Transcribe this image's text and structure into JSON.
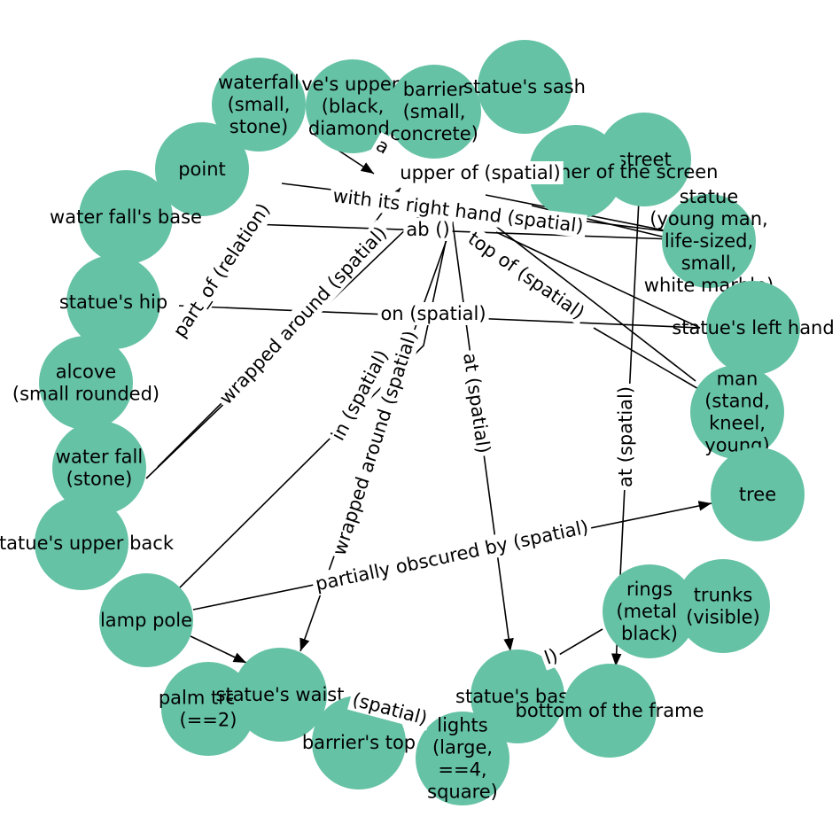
{
  "graph": {
    "node_color": "#66c2a5",
    "edge_color": "#000000",
    "nodes": [
      {
        "id": "alcove_upper_wall",
        "lines": [
          "alcove's upper wall",
          "(black,",
          "diamond)"
        ]
      },
      {
        "id": "waterfall",
        "lines": [
          "waterfall",
          "(small,",
          "stone)"
        ]
      },
      {
        "id": "barrier",
        "lines": [
          "barrier",
          "(small,",
          "concrete)"
        ]
      },
      {
        "id": "statue_sash",
        "lines": [
          "statue's sash"
        ]
      },
      {
        "id": "street",
        "lines": [
          "street"
        ]
      },
      {
        "id": "upper_left_corner",
        "lines": [
          "upper left corner of the screen"
        ]
      },
      {
        "id": "point",
        "lines": [
          "point"
        ]
      },
      {
        "id": "statue",
        "lines": [
          "statue",
          "(young man,",
          "life-sized,",
          "small,",
          "white marble)"
        ]
      },
      {
        "id": "water_fall_base",
        "lines": [
          "water fall's base"
        ]
      },
      {
        "id": "statue_hip",
        "lines": [
          "statue's hip"
        ]
      },
      {
        "id": "statue_left_hand",
        "lines": [
          "statue's left hand"
        ]
      },
      {
        "id": "alcove",
        "lines": [
          "alcove",
          "(small rounded)"
        ]
      },
      {
        "id": "man",
        "lines": [
          "man",
          "(stand,",
          "kneel,",
          "young)"
        ]
      },
      {
        "id": "water_fall",
        "lines": [
          "water fall",
          "(stone)"
        ]
      },
      {
        "id": "tree",
        "lines": [
          "tree"
        ]
      },
      {
        "id": "statue_upper_back",
        "lines": [
          "statue's upper back"
        ]
      },
      {
        "id": "rings",
        "lines": [
          "rings",
          "(metal,",
          "black)"
        ]
      },
      {
        "id": "trunks",
        "lines": [
          "trunks",
          "(visible)"
        ]
      },
      {
        "id": "lamp_pole",
        "lines": [
          "lamp pole"
        ]
      },
      {
        "id": "statue_base",
        "lines": [
          "statue's base"
        ]
      },
      {
        "id": "bottom_frame",
        "lines": [
          "bottom of the frame"
        ]
      },
      {
        "id": "palm_trees",
        "lines": [
          "palm trees",
          "(==2)"
        ]
      },
      {
        "id": "statue_waist",
        "lines": [
          "statue's waist"
        ]
      },
      {
        "id": "barrier_top",
        "lines": [
          "barrier's top"
        ]
      },
      {
        "id": "lights",
        "lines": [
          "lights",
          "(large,",
          "==4,",
          "square)"
        ]
      }
    ],
    "edges": [
      {
        "id": "e1",
        "label": "part_of (relation)"
      },
      {
        "id": "e2",
        "label": "with its right hand (spatial)"
      },
      {
        "id": "e3",
        "label": "ab ()"
      },
      {
        "id": "e4",
        "label": "top of (spatial)"
      },
      {
        "id": "e5",
        "label": "upper of (spatial)"
      },
      {
        "id": "e6",
        "label": "on (spatial)"
      },
      {
        "id": "e7",
        "label": "wrapped around (spatial)"
      },
      {
        "id": "e8",
        "label": "in (spatial)"
      },
      {
        "id": "e9",
        "label": "wrapped around (spatial)"
      },
      {
        "id": "e10",
        "label": "at (spatial)"
      },
      {
        "id": "e11",
        "label": "at (spatial)"
      },
      {
        "id": "e12",
        "label": "partially obscured by (spatial)"
      },
      {
        "id": "e13",
        "label": "(spatial)"
      },
      {
        "id": "e14",
        "label": "l)"
      },
      {
        "id": "e15",
        "label": "a"
      }
    ]
  }
}
